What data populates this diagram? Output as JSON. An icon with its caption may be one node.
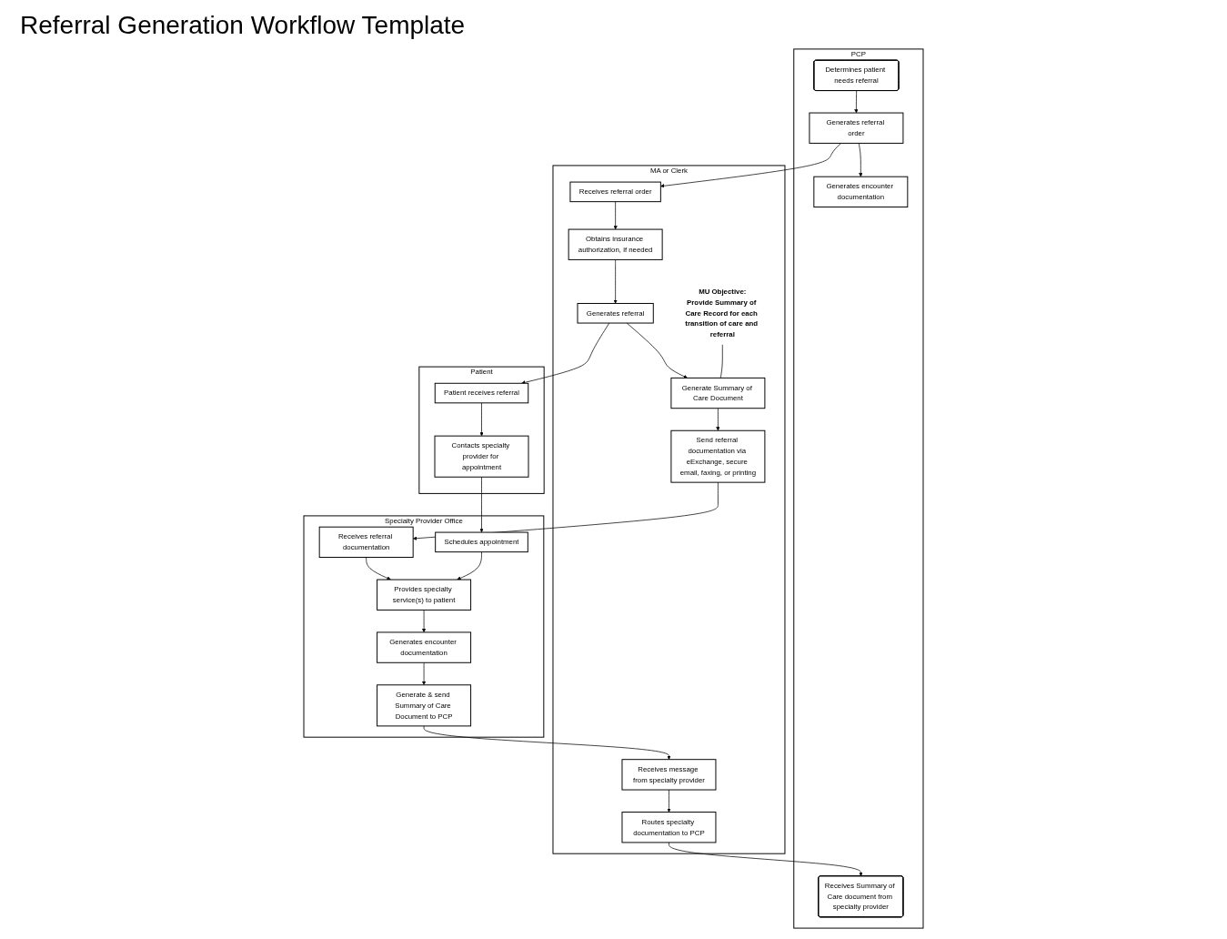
{
  "diagram": {
    "title": "Referral Generation Workflow Template",
    "nodes": [
      {
        "text": [
          "PCP"
        ]
      },
      {
        "text": [
          "Determines patient needs referral"
        ],
        "in": 0
      },
      {
        "text": [
          "Generates referral order"
        ],
        "in": 0
      },
      {
        "text": [
          "Generates encounter documentation"
        ],
        "in": 0
      },
      {
        "text": [
          "Receives Summary of Care document from specialty provider"
        ],
        "in": 0
      },
      {
        "text": [
          "Patient"
        ]
      },
      {
        "text": [
          "Patient receives referral"
        ],
        "in": 5
      },
      {
        "text": [
          "Contacts specialty provider for appointment"
        ],
        "in": 5
      },
      {
        "text": [
          "MA or Clerk"
        ]
      },
      {
        "text": [
          "Receives referral order"
        ],
        "in": 8
      },
      {
        "text": [
          "Obtains insurance authorization, if needed"
        ],
        "in": 8
      },
      {
        "text": [
          "Generates referral"
        ],
        "in": 8
      },
      {
        "text": [
          "Routes specialty documentation to PCP"
        ],
        "in": 8
      },
      {
        "text": [
          "MU Objective:",
          "Provide Summary of Care Record for each transition of care and referral"
        ],
        "in": 8
      },
      {
        "text": [
          "Generate Summary of Care Document"
        ],
        "in": 8
      },
      {
        "text": [
          "Send referral documentation via eExchange, secure email, faxing, or printing"
        ],
        "in": 8
      },
      {
        "text": [
          "Receives message from specialty provider"
        ],
        "in": 8
      },
      {
        "text": [
          "Specialty Provider Office"
        ]
      },
      {
        "text": [
          "Receives referral documentation"
        ],
        "in": 17
      },
      {
        "text": [
          "Schedules appointment"
        ],
        "in": 17
      },
      {
        "text": [
          "Provides specialty service(s) to patient"
        ],
        "in": 17
      },
      {
        "text": [
          "Generates encounter documentation"
        ],
        "in": 17
      },
      {
        "text": [
          "Generate & send Summary of Care Document to PCP"
        ],
        "in": 17
      }
    ],
    "edges": [
      {
        "from": 1,
        "to": 2,
        "arrow": "to"
      },
      {
        "from": 2,
        "to": 3,
        "arrow": "to"
      },
      {
        "from": 2,
        "to": 9,
        "arrow": "to"
      },
      {
        "from": 9,
        "to": 10,
        "arrow": "to"
      },
      {
        "from": 10,
        "to": 11,
        "arrow": "to"
      },
      {
        "from": 11,
        "to": 6,
        "arrow": "to"
      },
      {
        "from": 6,
        "to": 7,
        "arrow": "to"
      },
      {
        "from": 11,
        "to": 14,
        "arrow": "to"
      },
      {
        "from": 13,
        "to": 14,
        "arrow": "none"
      },
      {
        "from": 14,
        "to": 15,
        "arrow": "to"
      },
      {
        "from": 15,
        "to": 18,
        "arrow": "to"
      },
      {
        "from": 7,
        "to": 19,
        "arrow": "to"
      },
      {
        "from": 18,
        "to": 20,
        "arrow": "to"
      },
      {
        "from": 19,
        "to": 20,
        "arrow": "to"
      },
      {
        "from": 20,
        "to": 21,
        "arrow": "to"
      },
      {
        "from": 21,
        "to": 22,
        "arrow": "to"
      },
      {
        "from": 22,
        "to": 16,
        "arrow": "to"
      },
      {
        "from": 16,
        "to": 12,
        "arrow": "to"
      },
      {
        "from": 12,
        "to": 4,
        "arrow": "to"
      }
    ]
  }
}
